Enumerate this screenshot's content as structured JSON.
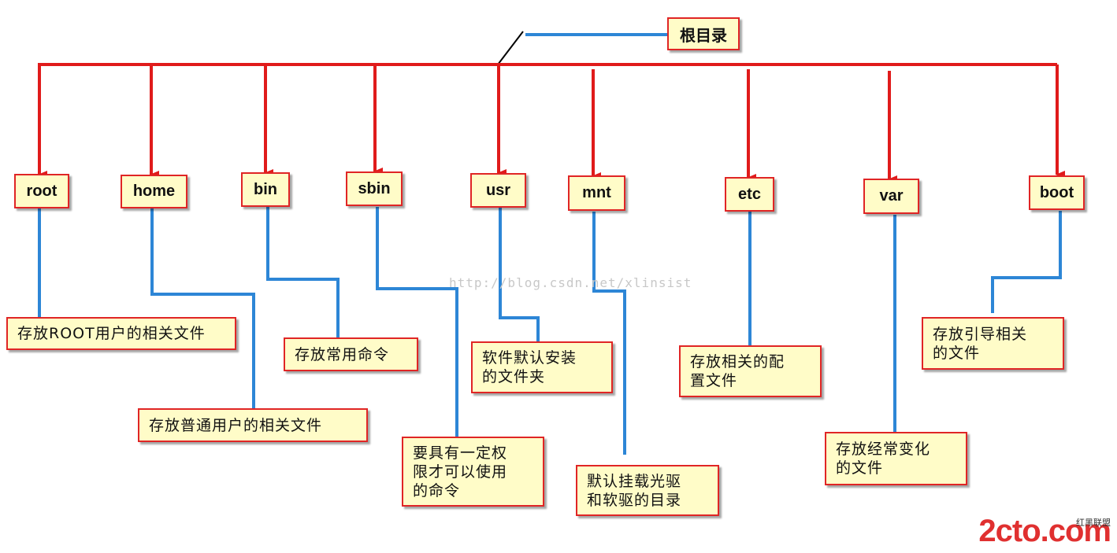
{
  "root_label": "根目录",
  "directories": [
    {
      "id": "root",
      "label": "root",
      "description": "存放ROOT用户的相关文件"
    },
    {
      "id": "home",
      "label": "home",
      "description": "存放普通用户的相关文件"
    },
    {
      "id": "bin",
      "label": "bin",
      "description": "存放常用命令"
    },
    {
      "id": "sbin",
      "label": "sbin",
      "description": "要具有一定权\n限才可以使用\n的命令"
    },
    {
      "id": "usr",
      "label": "usr",
      "description": "软件默认安装\n的文件夹"
    },
    {
      "id": "mnt",
      "label": "mnt",
      "description": "默认挂载光驱\n和软驱的目录"
    },
    {
      "id": "etc",
      "label": "etc",
      "description": "存放相关的配\n置文件"
    },
    {
      "id": "var",
      "label": "var",
      "description": "存放经常变化\n的文件"
    },
    {
      "id": "boot",
      "label": "boot",
      "description": "存放引导相关\n的文件"
    }
  ],
  "watermark": "http://blog.csdn.net/xlinsist",
  "logo": {
    "main": "2cto.com",
    "sub": "红黑联盟"
  },
  "colors": {
    "tree_line": "#e01b1b",
    "leader_line": "#2d86d6",
    "box_fill": "#fffcc8",
    "box_border": "#e02525"
  }
}
